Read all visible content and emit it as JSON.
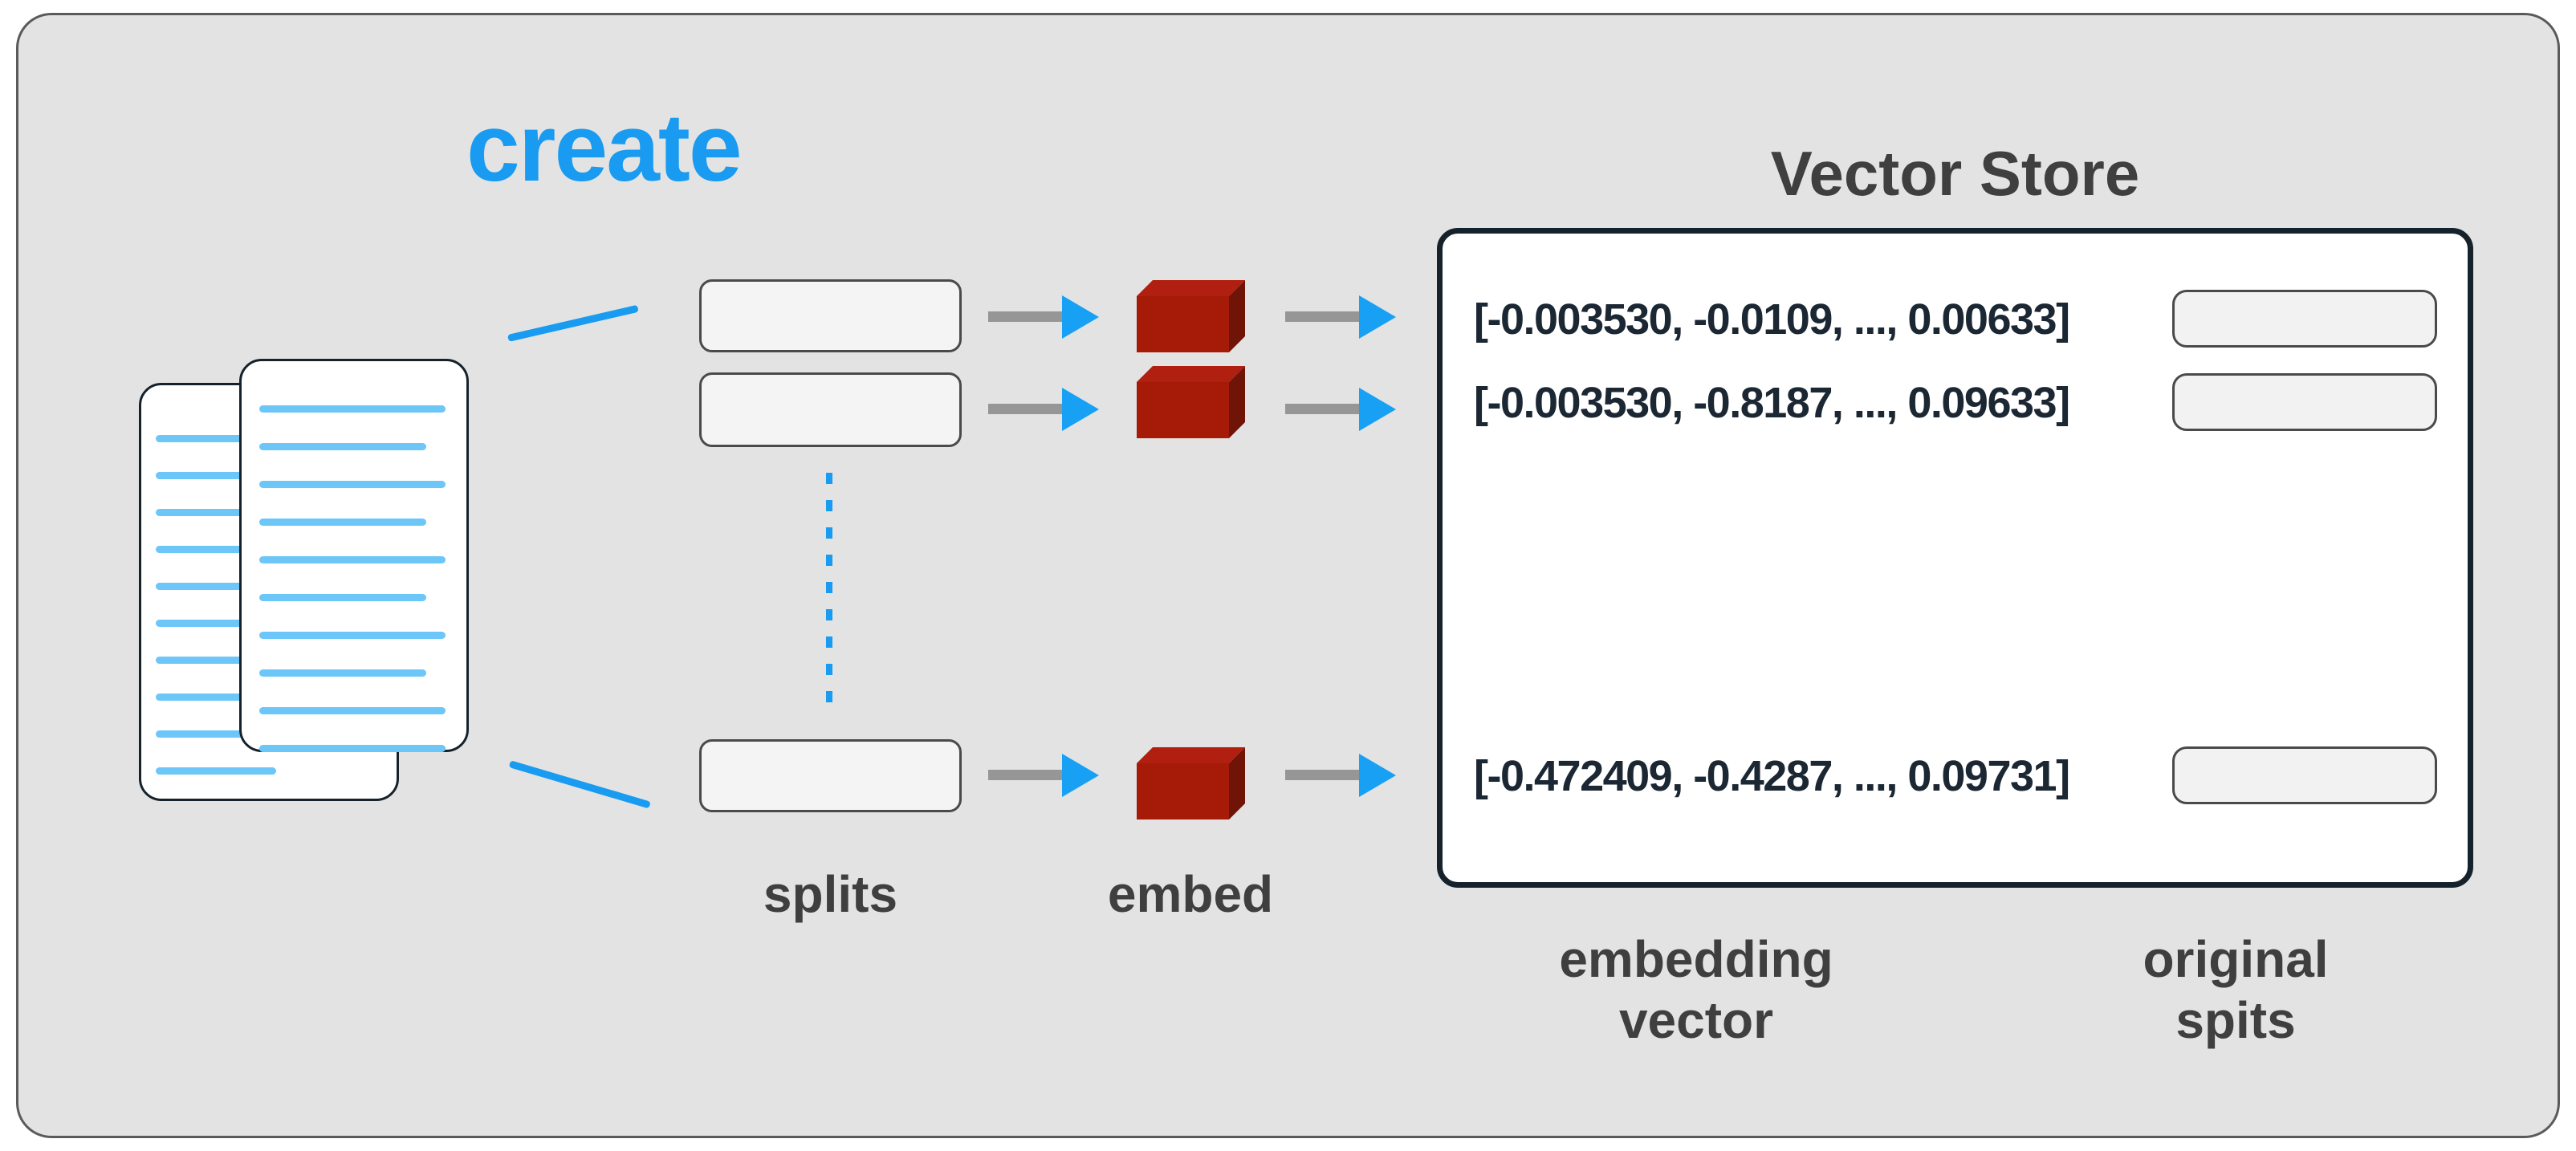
{
  "create_label": "create",
  "vector_store": {
    "title": "Vector Store",
    "rows": [
      {
        "embedding": "[-0.003530, -0.0109, ..., 0.00633]"
      },
      {
        "embedding": "[-0.003530, -0.8187, ..., 0.09633]"
      },
      {
        "embedding": "[-0.472409, -0.4287, ..., 0.09731]"
      }
    ]
  },
  "labels": {
    "splits": "splits",
    "embed": "embed",
    "embedding_vector": [
      "embedding",
      "vector"
    ],
    "original_splits": [
      "original",
      "spits"
    ]
  },
  "icons": {
    "document_stack": "stacked-documents-icon",
    "embed_cube": "red-cube-icon",
    "arrow": "right-arrow-icon"
  },
  "colors": {
    "accent_blue": "#189BF0",
    "light_blue_line": "#6CC6F8",
    "arrow_head_blue": "#18A0F5",
    "arrow_shaft_gray": "#969696",
    "cube_top": "#B01F10",
    "cube_front": "#A51B07",
    "cube_side": "#701407",
    "canvas_background": "#E3E3E3",
    "box_fill": "#F4F4F4",
    "vector_text_ink": "#1B2733",
    "label_gray": "#3F3F3F"
  }
}
